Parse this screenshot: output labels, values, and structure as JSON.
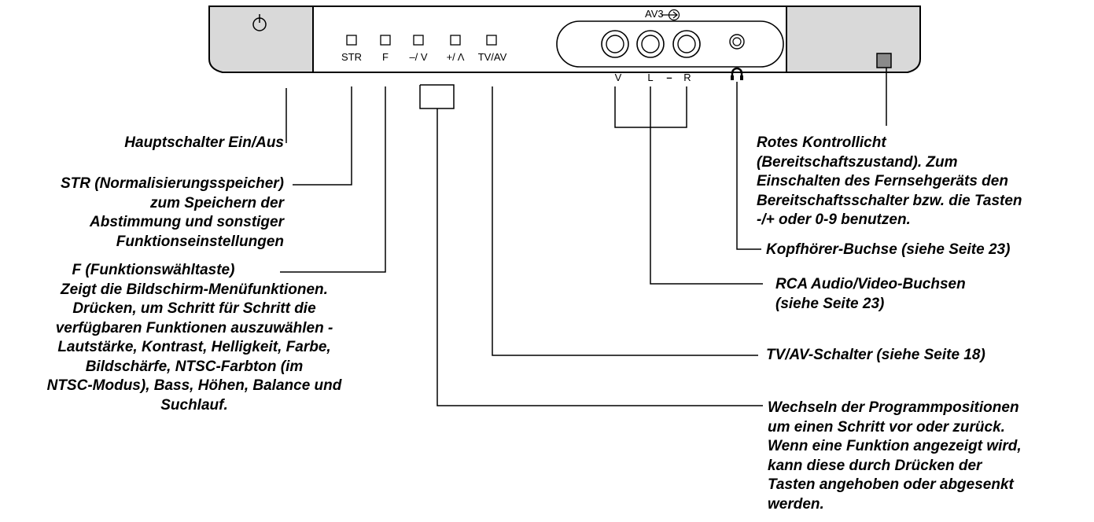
{
  "panel": {
    "power_symbol": "⏻",
    "buttons": [
      {
        "id": "str",
        "label": "STR"
      },
      {
        "id": "f",
        "label": "F"
      },
      {
        "id": "minus-v",
        "label": "–/ V"
      },
      {
        "id": "plus-up",
        "label": "+/ Λ"
      },
      {
        "id": "tvav",
        "label": "TV/AV"
      }
    ],
    "av_label": "AV3",
    "jack_labels": {
      "v": "V",
      "l": "L",
      "dash": "–",
      "r": "R"
    }
  },
  "callouts": {
    "main_switch": [
      "Hauptschalter Ein/Aus"
    ],
    "str": [
      "STR (Normalisierungsspeicher)",
      "zum Speichern der",
      "Abstimmung und sonstiger",
      "Funktionseinstellungen"
    ],
    "f_key": [
      "F (Funktionswähltaste)",
      "Zeigt die Bildschirm-Menüfunktionen.",
      "Drücken, um Schritt für Schritt die",
      "verfügbaren Funktionen auszuwählen -",
      "Lautstärke, Kontrast, Helligkeit, Farbe,",
      "Bildschärfe, NTSC-Farbton (im",
      "NTSC-Modus), Bass, Höhen, Balance und",
      "Suchlauf."
    ],
    "red_light": [
      "Rotes Kontrollicht",
      "(Bereitschaftszustand). Zum",
      "Einschalten des Fernsehgeräts den",
      "Bereitschaftsschalter bzw. die Tasten",
      "-/+ oder 0-9 benutzen."
    ],
    "headphone": [
      "Kopfhörer-Buchse (siehe Seite 23)"
    ],
    "rca": [
      "RCA Audio/Video-Buchsen",
      "(siehe Seite 23)"
    ],
    "tvav": [
      "TV/AV-Schalter (siehe Seite 18)"
    ],
    "program": [
      "Wechseln der Programmpositionen",
      "um einen Schritt vor oder zurück.",
      "Wenn eine Funktion angezeigt wird,",
      "kann diese durch Drücken der",
      "Tasten angehoben oder abgesenkt",
      "werden."
    ]
  }
}
